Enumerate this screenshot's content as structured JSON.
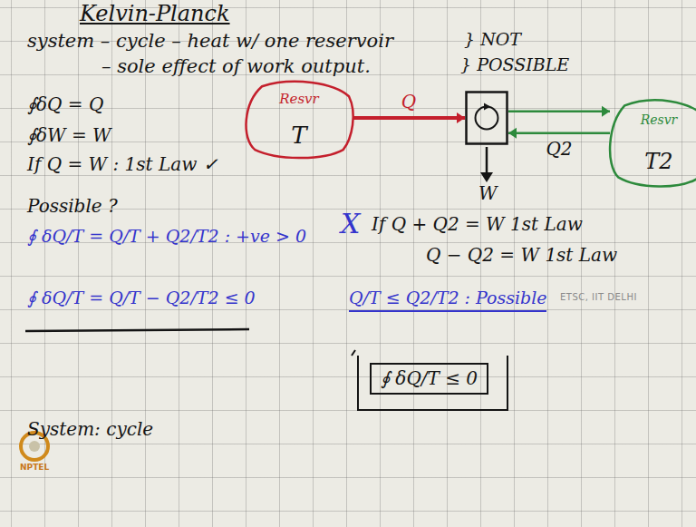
{
  "diagram": {
    "title": "Kelvin-Planck",
    "nodes": [
      {
        "text": [
          "Resvr",
          "T"
        ]
      },
      {
        "text": []
      },
      {
        "text": [
          "Resvr",
          "T2"
        ]
      }
    ],
    "edges": [
      {
        "from": 0,
        "to": 1,
        "arrow": "to",
        "label": "Q"
      },
      {
        "from": 1,
        "to": 2,
        "arrow": "to"
      },
      {
        "from": 2,
        "to": 1,
        "arrow": "to",
        "label": "Q2"
      }
    ],
    "labels": [
      "system – cycle – heat w/ one reservoir",
      "} NOT",
      "– sole effect of work output.",
      "} POSSIBLE",
      "∮δQ = Q",
      "∮δW = W",
      "If Q = W : 1st Law ✓",
      "W",
      "Possible ?",
      "∮ δQ/T = Q/T + Q2/T2 : +ve > 0",
      "X",
      "If Q + Q2 = W 1st Law",
      "Q − Q2 = W 1st Law",
      "∮ δQ/T = Q/T − Q2/T2 ≤ 0",
      "Q/T ≤ Q2/T2 : Possible",
      "ETSC, IIT DELHI",
      "∮ δQ/T ≤ 0",
      "System: cycle",
      "NPTEL"
    ]
  }
}
